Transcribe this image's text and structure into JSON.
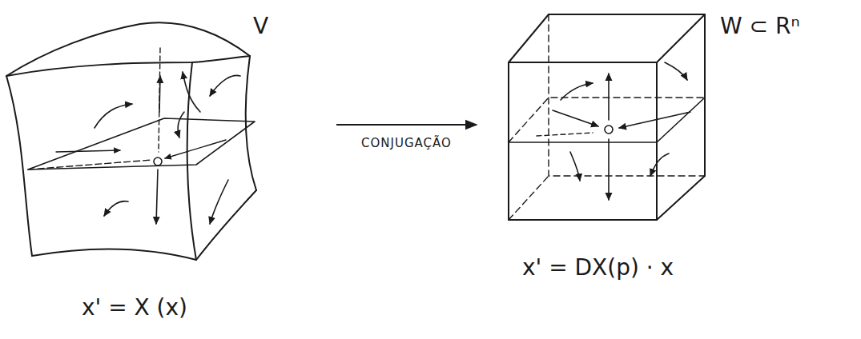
{
  "diagram": {
    "nodes": [
      {
        "text": [
          "V"
        ]
      },
      {
        "text": [
          "W ⊂ Rⁿ"
        ]
      }
    ],
    "edges": [
      {
        "from": 0,
        "to": 1,
        "arrow": "to",
        "label": "CONJUGAÇÃO"
      }
    ],
    "labels": [
      "x' = X (x)",
      "x' = DX(p) · x"
    ]
  }
}
